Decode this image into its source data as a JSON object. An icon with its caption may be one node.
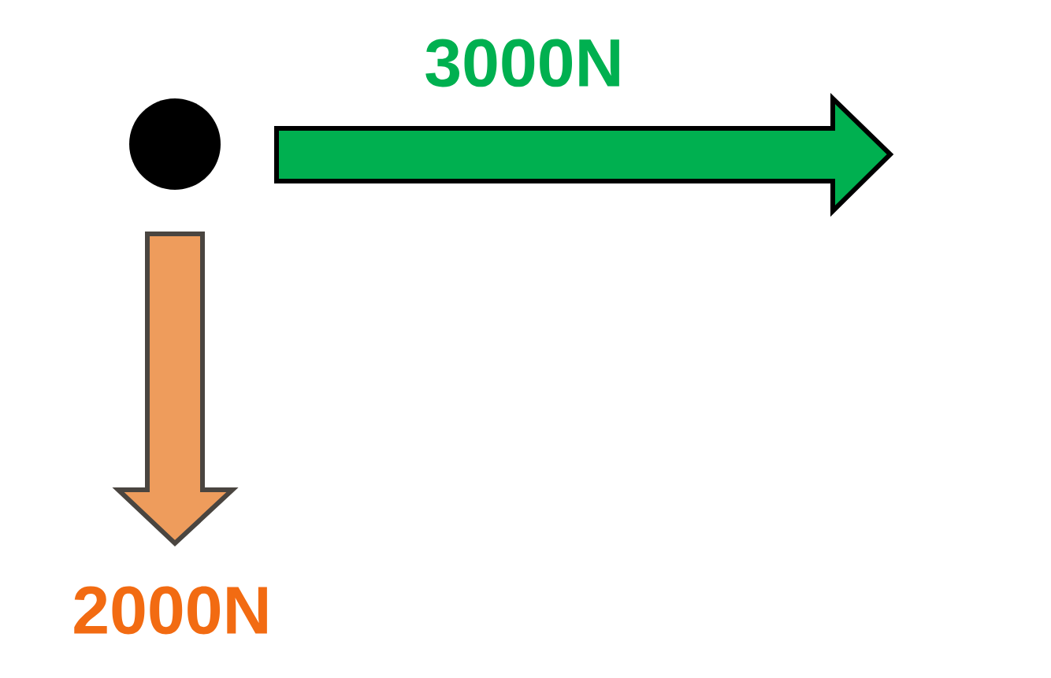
{
  "diagram": {
    "nodes": [
      {
        "text": [],
        "shape": "circle"
      }
    ],
    "labels": [
      "3000N",
      "2000N"
    ]
  }
}
